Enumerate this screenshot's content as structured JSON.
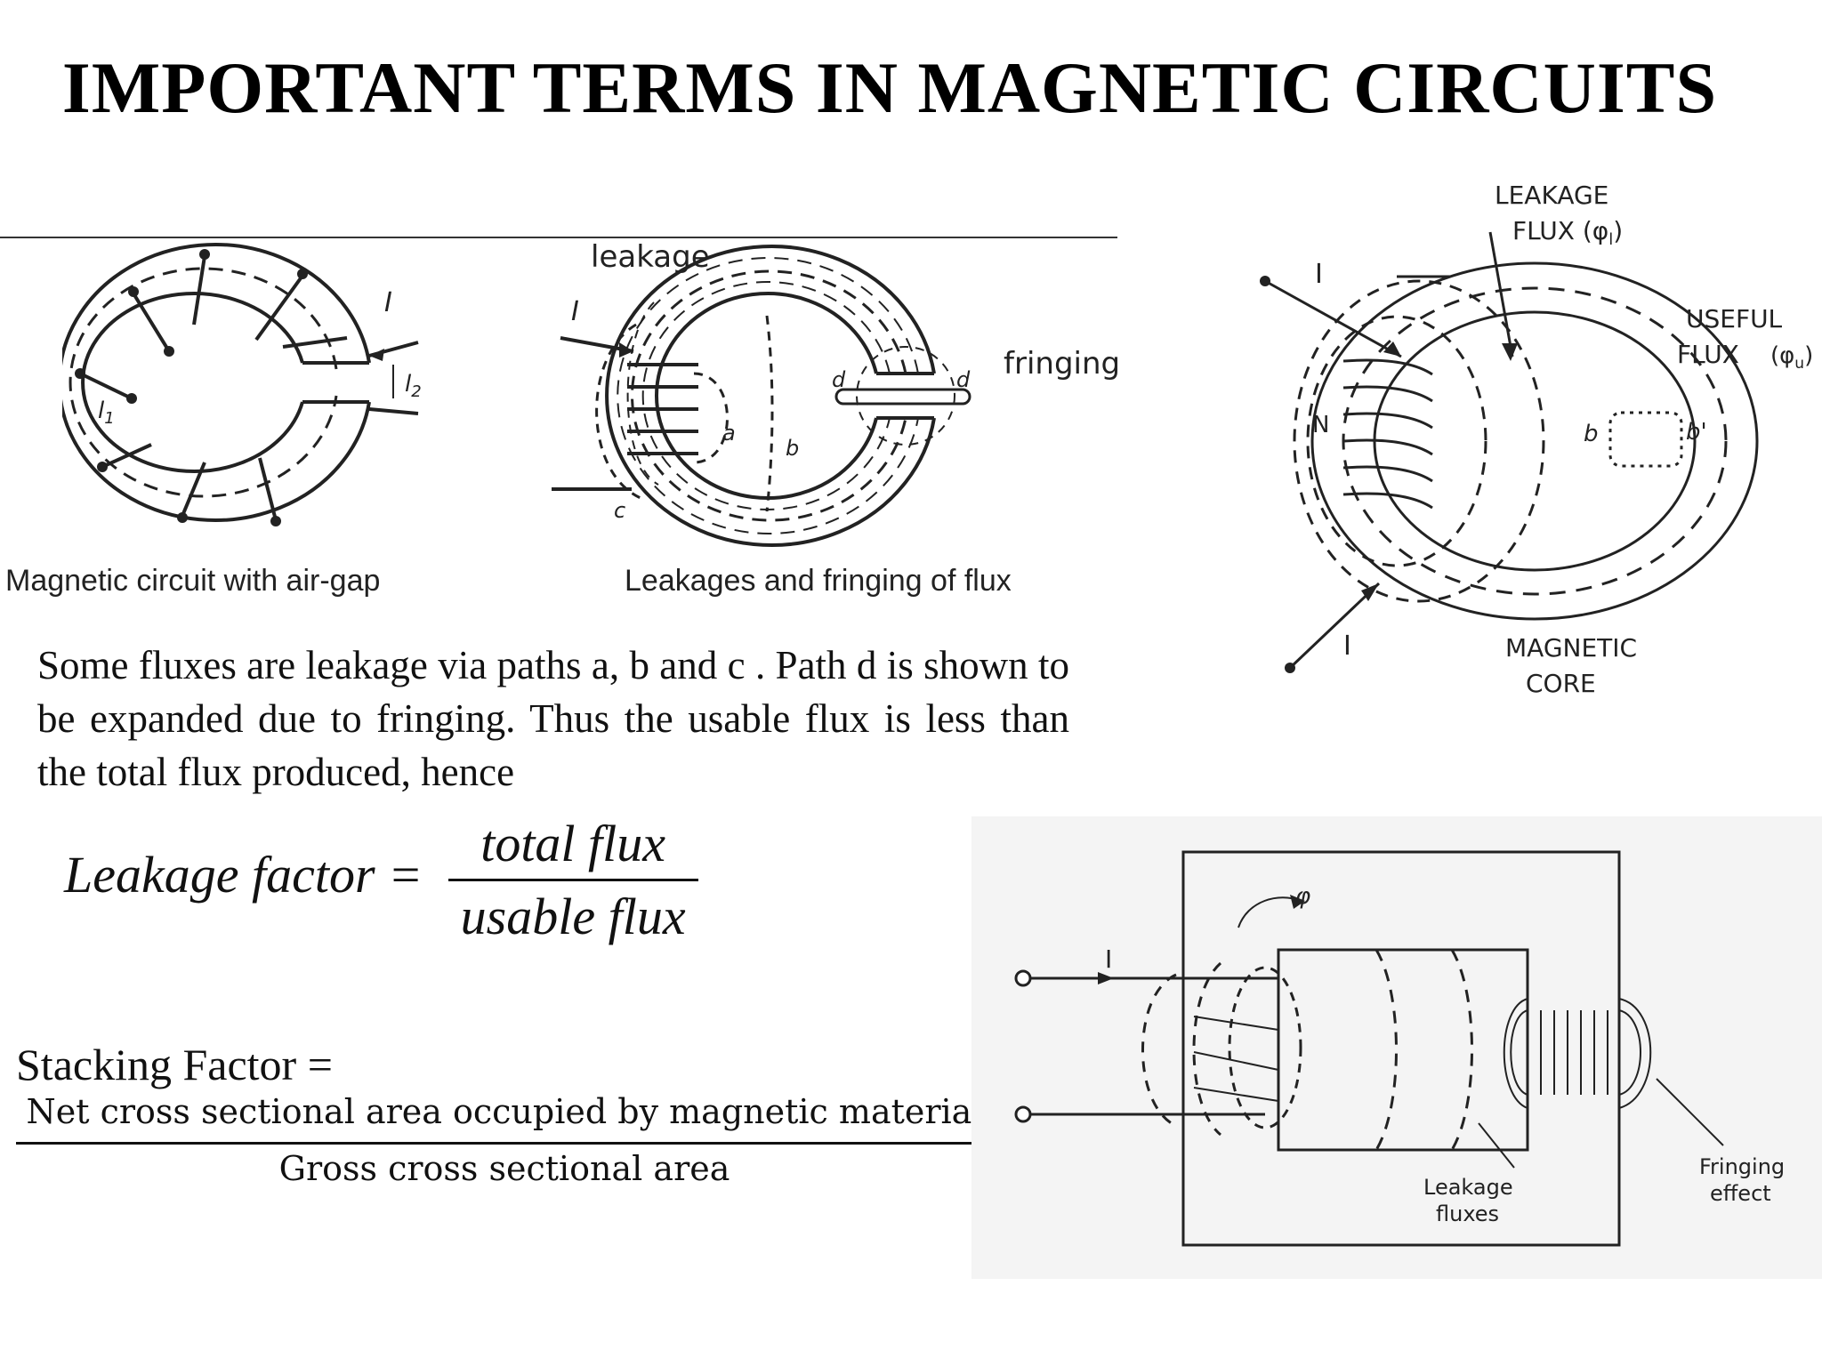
{
  "title": "IMPORTANT TERMS IN MAGNETIC CIRCUITS",
  "figure1": {
    "caption": "Magnetic circuit with  air-gap",
    "labels": {
      "current": "I",
      "l1": "l",
      "l1_sub": "1",
      "l2": "l",
      "l2_sub": "2"
    }
  },
  "figure2": {
    "caption": "Leakages  and fringing  of flux",
    "labels": {
      "leakage": "leakage",
      "fringing": "fringing",
      "current": "I",
      "a": "a",
      "b": "b",
      "c": "c",
      "d1": "d",
      "d2": "d"
    }
  },
  "figure3": {
    "labels": {
      "leakage_flux_line1": "LEAKAGE",
      "leakage_flux_line2": "FLUX (φ",
      "leakage_flux_sub": "l",
      "leakage_flux_close": ")",
      "useful_flux_line1": "USEFUL",
      "useful_flux_line2": "FLUX",
      "useful_flux_symbol": "(φ",
      "useful_flux_sub": "u",
      "useful_flux_close": ")",
      "current_top": "I",
      "current_bottom": "I",
      "N": "N",
      "b": "b",
      "b_prime": "b'",
      "core_line1": "MAGNETIC",
      "core_line2": "CORE"
    }
  },
  "figure4": {
    "labels": {
      "phi": "φ",
      "current": "I",
      "leakage_line1": "Leakage",
      "leakage_line2": "fluxes",
      "fringing_line1": "Fringing",
      "fringing_line2": "effect"
    }
  },
  "paragraph": "Some fluxes are leakage via paths a, b and c . Path d is shown to be expanded due to fringing.  Thus the usable flux is less than the total flux produced, hence",
  "leakage_factor": {
    "lhs": "Leakage  factor =",
    "numerator": "total  flux",
    "denominator": "usable  flux"
  },
  "stacking_factor": {
    "lhs": "Stacking Factor =",
    "numerator": "Net cross sectional area occupied by magnetic material",
    "denominator": "Gross cross sectional area"
  }
}
